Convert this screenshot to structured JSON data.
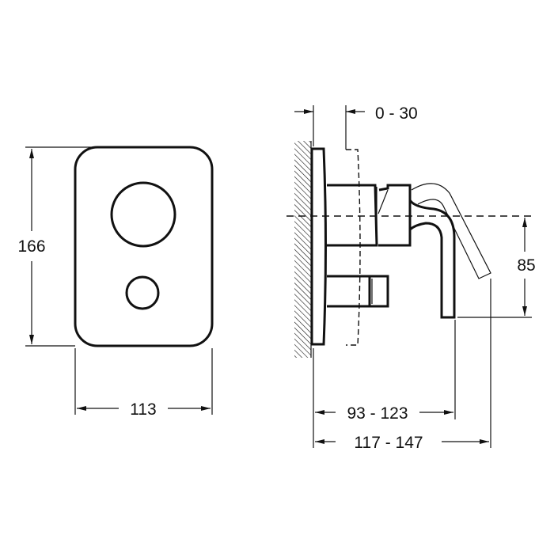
{
  "drawing": {
    "front_view": {
      "height_label": "166",
      "width_label": "113"
    },
    "side_view": {
      "offset_label": "0 - 30",
      "spout_height_label": "85",
      "projection_short_label": "93 - 123",
      "projection_long_label": "117 - 147"
    },
    "line_color": "#111111"
  }
}
